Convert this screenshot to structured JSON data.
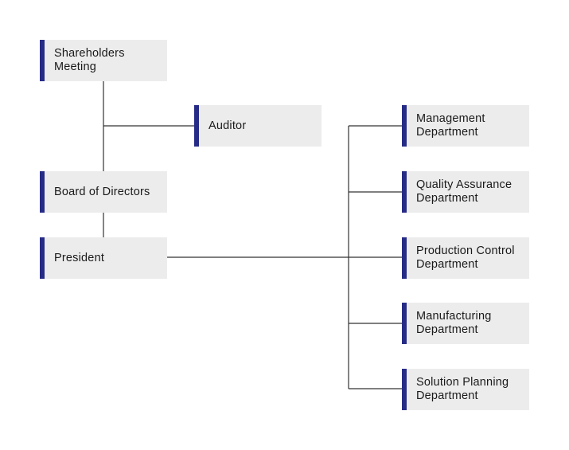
{
  "org_chart": {
    "shareholders": "Shareholders\nMeeting",
    "auditor": "Auditor",
    "board": "Board of Directors",
    "president": "President",
    "departments": [
      "Management\nDepartment",
      "Quality Assurance\nDepartment",
      "Production Control\nDepartment",
      "Manufacturing\nDepartment",
      "Solution Planning\nDepartment"
    ]
  },
  "colors": {
    "accent": "#262b86",
    "box_fill": "#ececec",
    "line": "#333333"
  }
}
